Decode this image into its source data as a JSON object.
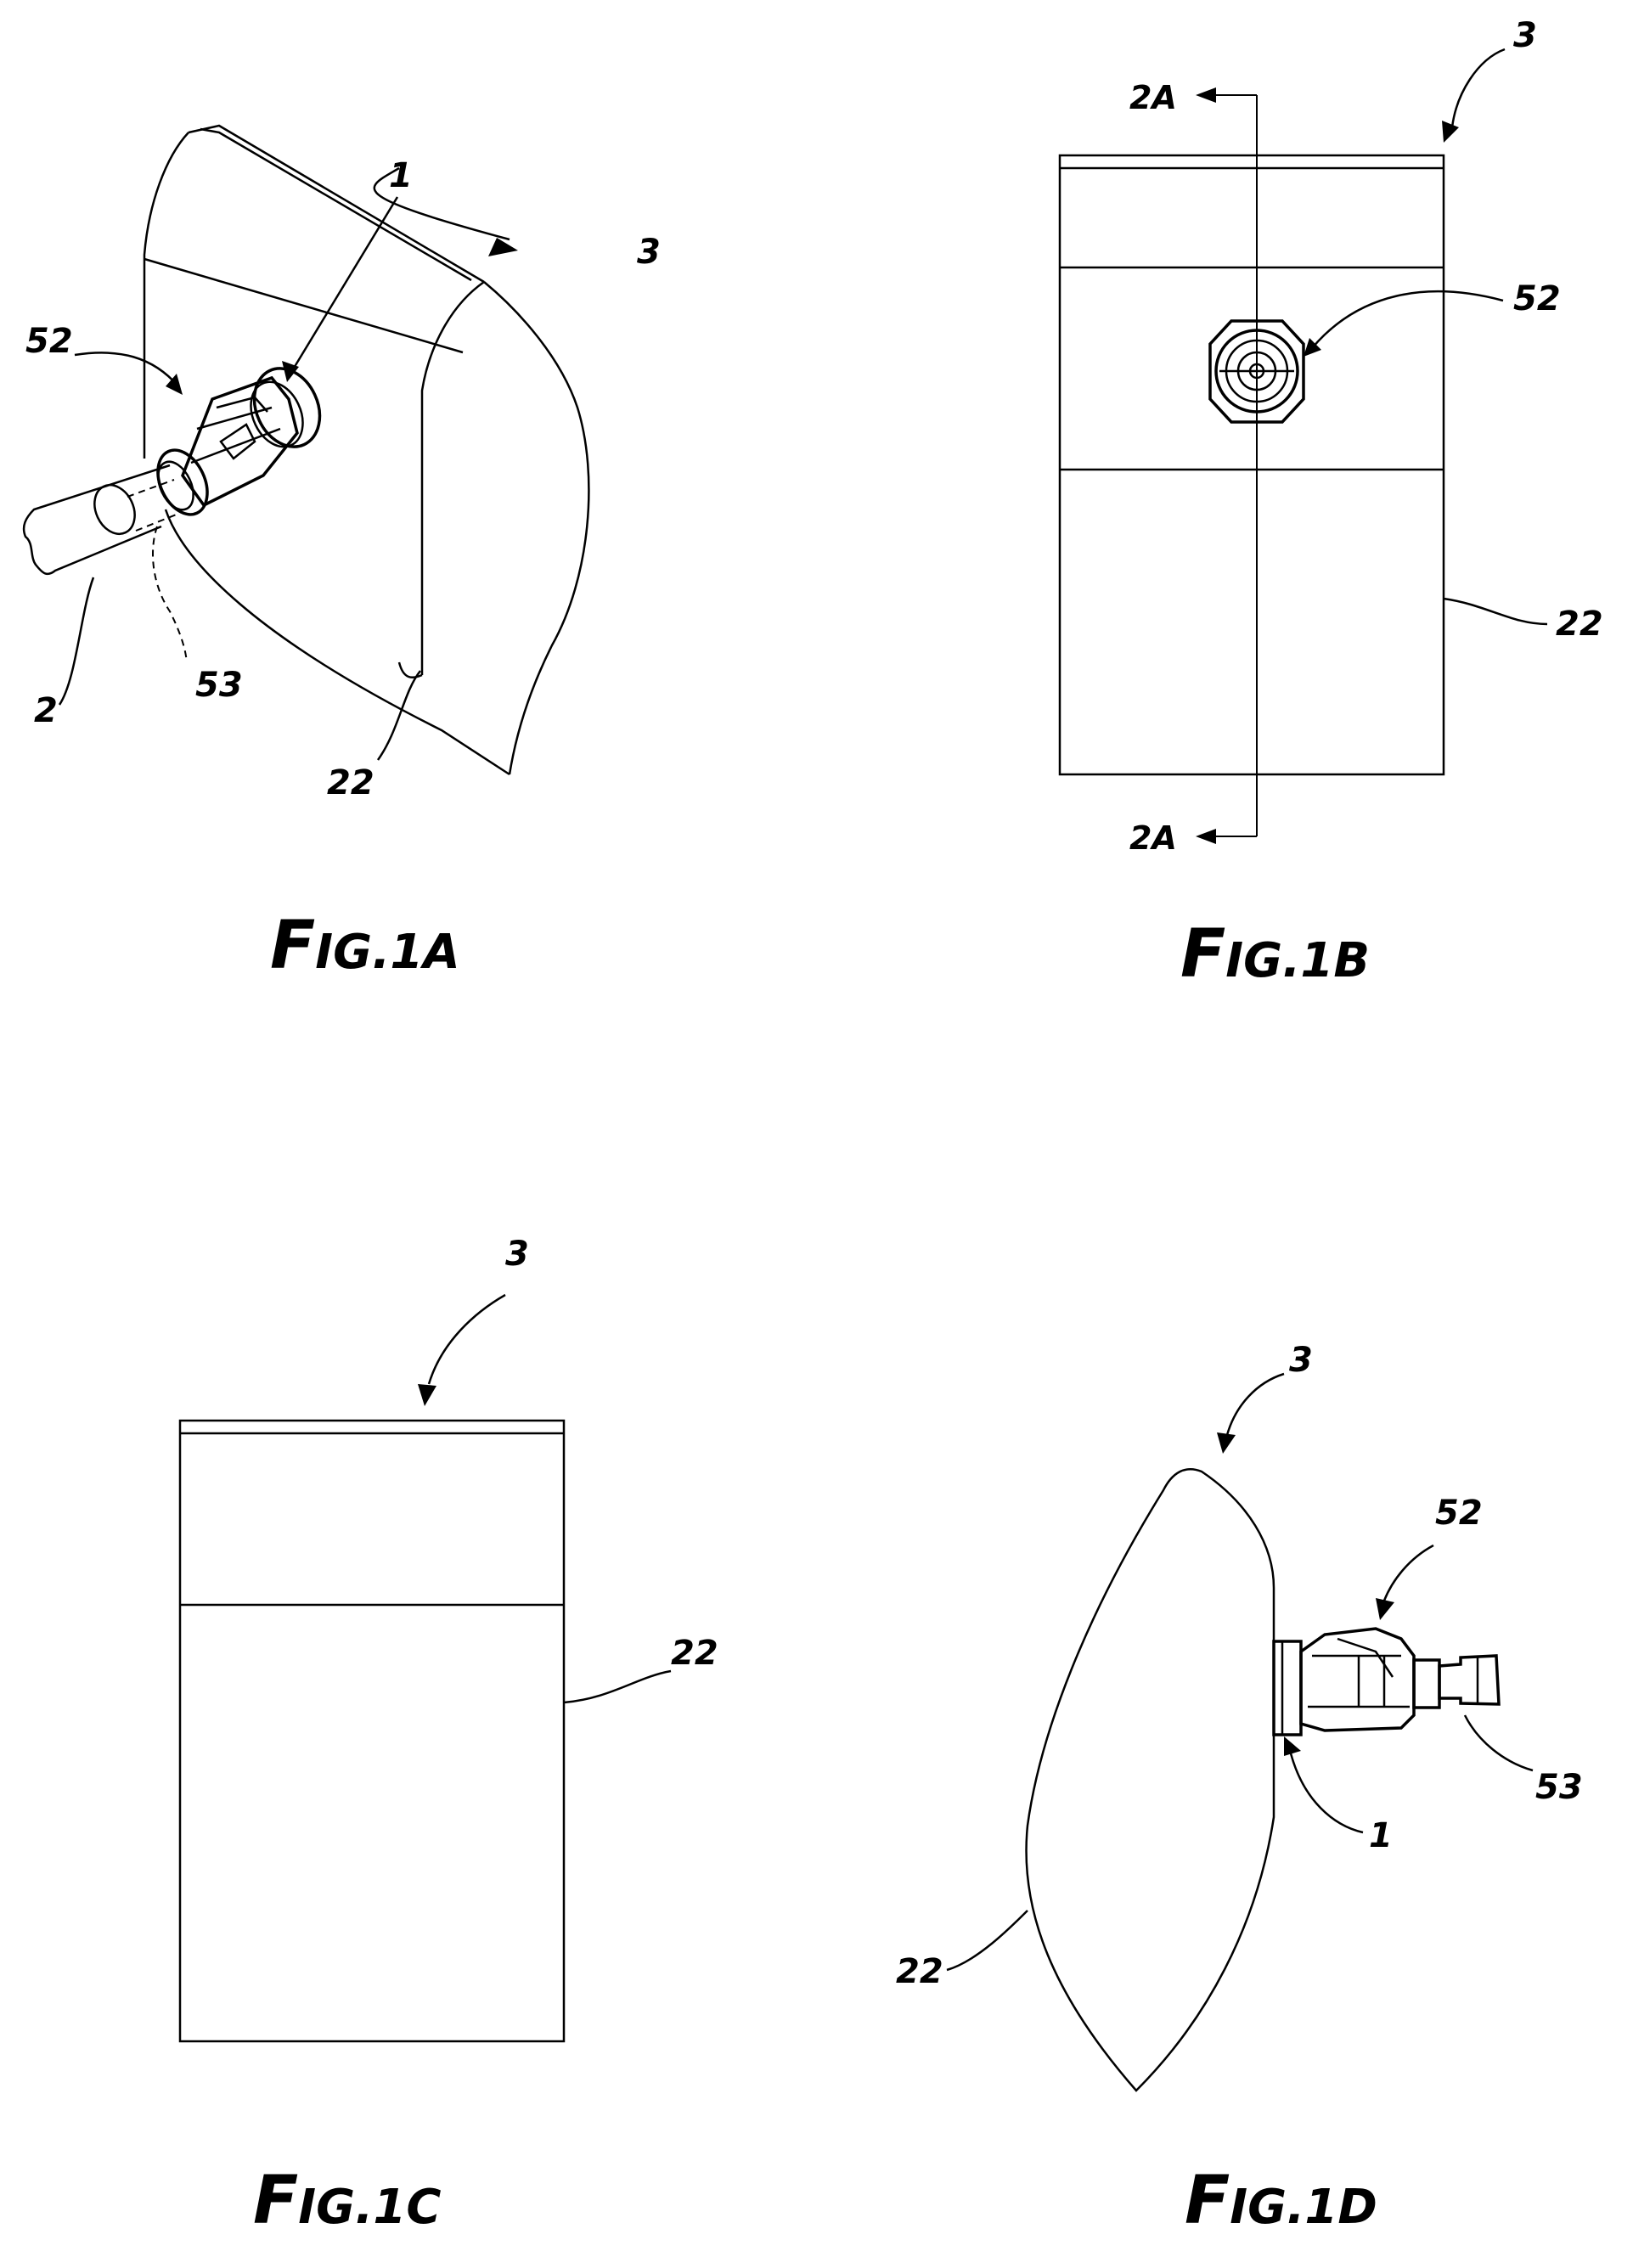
{
  "figures": [
    {
      "id": "fig-1a",
      "caption_initial": "F",
      "caption_rest": "IG.1A",
      "labels": {
        "ref_1": "1",
        "ref_2": "2",
        "ref_3": "3",
        "ref_22": "22",
        "ref_52": "52",
        "ref_53": "53"
      }
    },
    {
      "id": "fig-1b",
      "caption_initial": "F",
      "caption_rest": "IG.1B",
      "labels": {
        "ref_3": "3",
        "ref_22": "22",
        "ref_52": "52",
        "section_top": "2A",
        "section_bottom": "2A"
      }
    },
    {
      "id": "fig-1c",
      "caption_initial": "F",
      "caption_rest": "IG.1C",
      "labels": {
        "ref_3": "3",
        "ref_22": "22"
      }
    },
    {
      "id": "fig-1d",
      "caption_initial": "F",
      "caption_rest": "IG.1D",
      "labels": {
        "ref_1": "1",
        "ref_3": "3",
        "ref_22": "22",
        "ref_52": "52",
        "ref_53": "53"
      }
    }
  ]
}
